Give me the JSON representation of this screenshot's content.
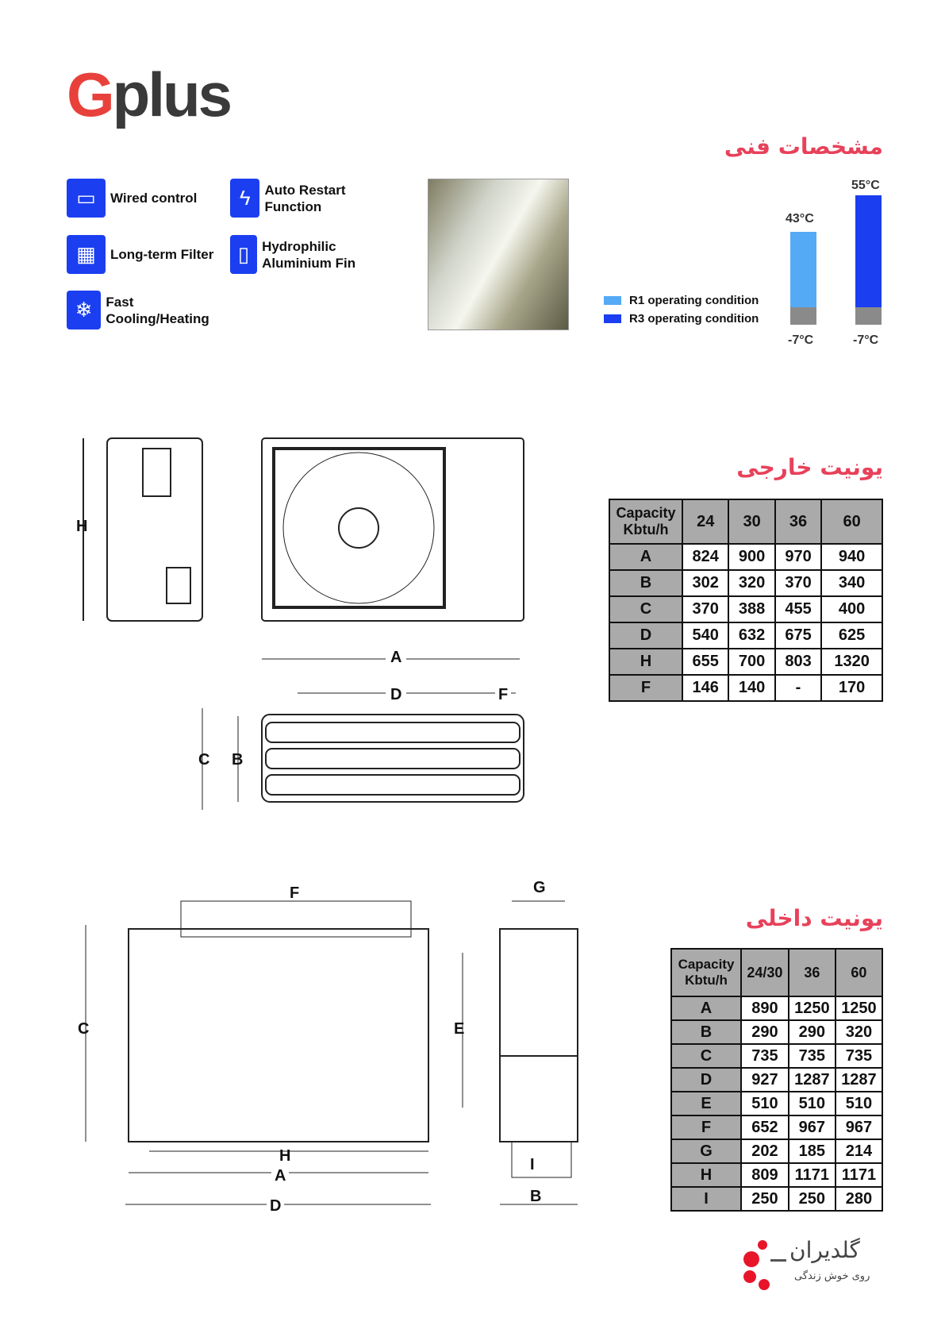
{
  "brand": {
    "logo_g": "G",
    "logo_rest": "plus"
  },
  "spec_title": "مشخصات فنی",
  "features": [
    {
      "label": "Wired control",
      "icon": "wired-control-icon"
    },
    {
      "label": "Auto Restart Function",
      "icon": "auto-restart-icon"
    },
    {
      "label": "Long-term Filter",
      "icon": "filter-icon"
    },
    {
      "label": "Hydrophilic Aluminium Fin",
      "icon": "fin-icon"
    },
    {
      "label": "Fast Cooling/Heating",
      "icon": "snowflake-sun-icon"
    }
  ],
  "operating": {
    "legend": [
      "R1 operating condition",
      "R3 operating condition"
    ],
    "r1": {
      "max": "43°C",
      "min": "-7°C",
      "color": "#55aaf5"
    },
    "r3": {
      "max": "55°C",
      "min": "-7°C",
      "color": "#1a3ef0"
    }
  },
  "outdoor": {
    "title": "یونیت خارجی",
    "header": [
      "Capacity Kbtu/h",
      "24",
      "30",
      "36",
      "60"
    ],
    "rows": [
      [
        "A",
        "824",
        "900",
        "970",
        "940"
      ],
      [
        "B",
        "302",
        "320",
        "370",
        "340"
      ],
      [
        "C",
        "370",
        "388",
        "455",
        "400"
      ],
      [
        "D",
        "540",
        "632",
        "675",
        "625"
      ],
      [
        "H",
        "655",
        "700",
        "803",
        "1320"
      ],
      [
        "F",
        "146",
        "140",
        "-",
        "170"
      ]
    ],
    "dims": {
      "H": "H",
      "A": "A",
      "D": "D",
      "F": "F",
      "C": "C",
      "B": "B"
    }
  },
  "indoor": {
    "title": "یونیت داخلی",
    "header": [
      "Capacity Kbtu/h",
      "24/30",
      "36",
      "60"
    ],
    "rows": [
      [
        "A",
        "890",
        "1250",
        "1250"
      ],
      [
        "B",
        "290",
        "290",
        "320"
      ],
      [
        "C",
        "735",
        "735",
        "735"
      ],
      [
        "D",
        "927",
        "1287",
        "1287"
      ],
      [
        "E",
        "510",
        "510",
        "510"
      ],
      [
        "F",
        "652",
        "967",
        "967"
      ],
      [
        "G",
        "202",
        "185",
        "214"
      ],
      [
        "H",
        "809",
        "1171",
        "1171"
      ],
      [
        "I",
        "250",
        "250",
        "280"
      ]
    ],
    "dims": {
      "F": "F",
      "C": "C",
      "E": "E",
      "H": "H",
      "A": "A",
      "D": "D",
      "G": "G",
      "I": "I",
      "B": "B"
    }
  },
  "footer_logo": {
    "name": "گلدیران",
    "tagline": "روی خوش زندگی"
  }
}
